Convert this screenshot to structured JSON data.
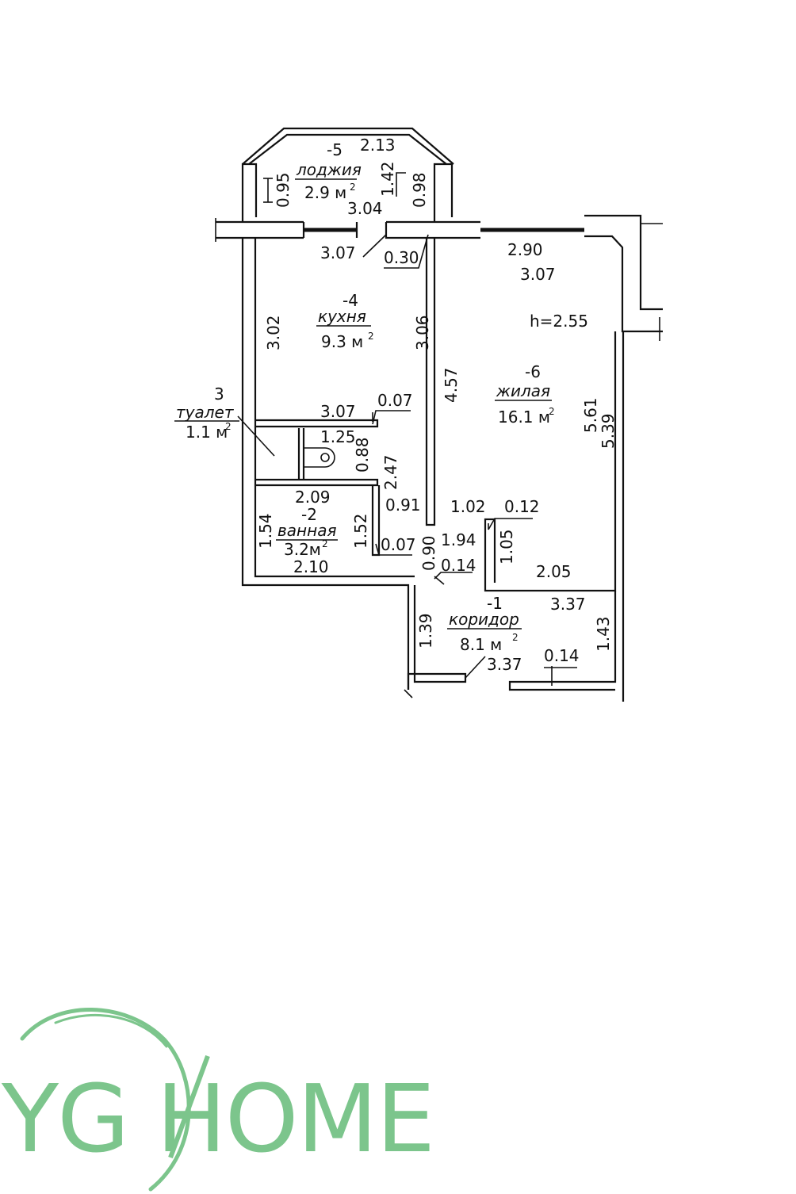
{
  "rooms": {
    "loggia": {
      "number": "-5",
      "name": "лоджия",
      "area": "2.9 м",
      "sup": "2"
    },
    "kitchen": {
      "number": "-4",
      "name": "кухня",
      "area": "9.3  м",
      "sup": "2"
    },
    "living": {
      "number": "-6",
      "name": "жилая",
      "area": "16.1 м",
      "sup": "2"
    },
    "toilet": {
      "number": "3",
      "name": "туалет",
      "area": "1.1 м",
      "sup": "2"
    },
    "bathroom": {
      "number": "-2",
      "name": "ванная",
      "area": "3.2м",
      "sup": "2"
    },
    "corridor": {
      "number": "-1",
      "name": "коридор",
      "area": "8.1  м",
      "sup": "2"
    }
  },
  "ceiling_height": "h=2.55",
  "dimensions": {
    "d_2_13": "2.13",
    "d_0_95": "0.95",
    "d_1_42": "1.42",
    "d_0_98": "0.98",
    "d_3_04": "3.04",
    "d_3_07_a": "3.07",
    "d_0_30": "0.30",
    "d_2_90": "2.90",
    "d_3_07_b": "3.07",
    "d_3_02": "3.02",
    "d_3_06": "3.06",
    "d_4_57": "4.57",
    "d_3_07_c": "3.07",
    "d_0_07_a": "0.07",
    "d_1_25": "1.25",
    "d_0_88": "0.88",
    "d_2_47": "2.47",
    "d_2_09": "2.09",
    "d_0_91": "0.91",
    "d_1_02": "1.02",
    "d_0_12": "0.12",
    "d_1_54": "1.54",
    "d_1_52": "1.52",
    "d_0_07_b": "0.07",
    "d_0_90": "0.90",
    "d_1_94": "1.94",
    "d_1_05": "1.05",
    "d_2_10": "2.10",
    "d_0_14_a": "0.14",
    "d_2_05": "2.05",
    "d_5_61": "5.61",
    "d_5_39": "5.39",
    "d_3_37_a": "3.37",
    "d_1_39": "1.39",
    "d_1_43": "1.43",
    "d_3_37_b": "3.37",
    "d_0_14_b": "0.14"
  },
  "logo": {
    "text": "YG HOME",
    "color": "#7cc58c"
  }
}
